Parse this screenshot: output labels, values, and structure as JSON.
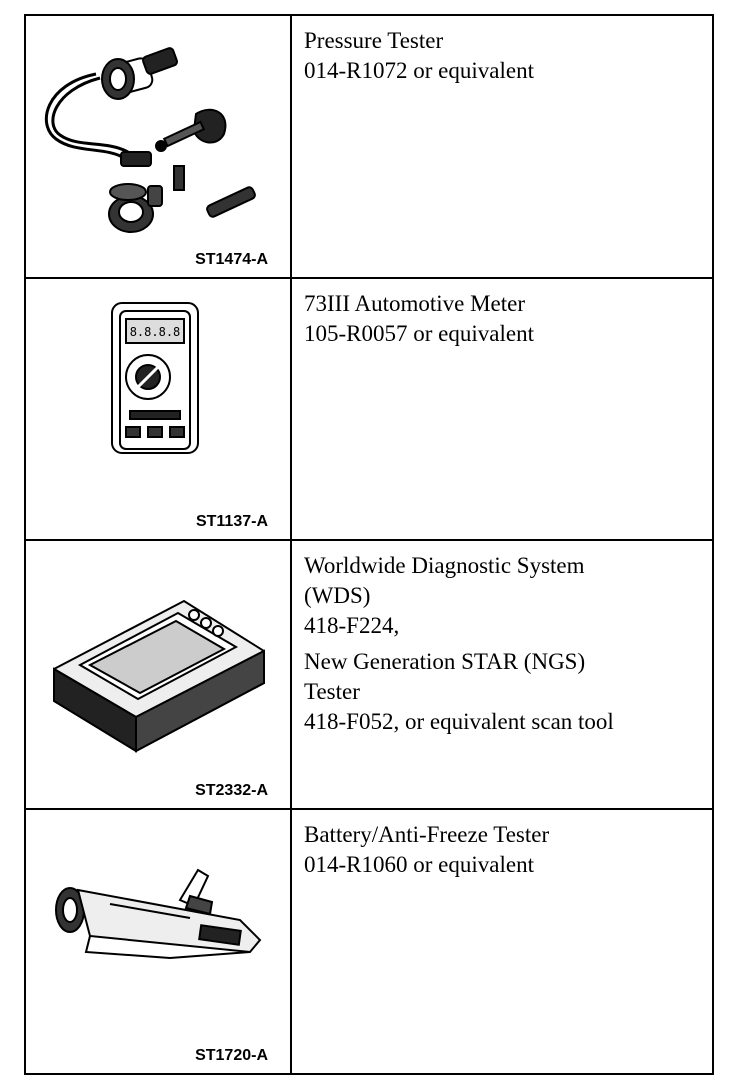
{
  "tools": [
    {
      "figure_id": "ST1474-A",
      "icon": "pressure-tester-icon",
      "lines": [
        "Pressure Tester",
        "014-R1072 or equivalent"
      ]
    },
    {
      "figure_id": "ST1137-A",
      "icon": "automotive-meter-icon",
      "lines": [
        "73III Automotive Meter",
        "105-R0057 or equivalent"
      ]
    },
    {
      "figure_id": "ST2332-A",
      "icon": "diagnostic-scan-tool-icon",
      "lines": [
        "Worldwide Diagnostic System",
        "(WDS)",
        "418-F224,",
        "New Generation STAR (NGS)",
        "Tester",
        "418-F052, or equivalent scan tool"
      ]
    },
    {
      "figure_id": "ST1720-A",
      "icon": "battery-antifreeze-tester-icon",
      "lines": [
        "Battery/Anti-Freeze Tester",
        "014-R1060 or equivalent"
      ]
    }
  ]
}
